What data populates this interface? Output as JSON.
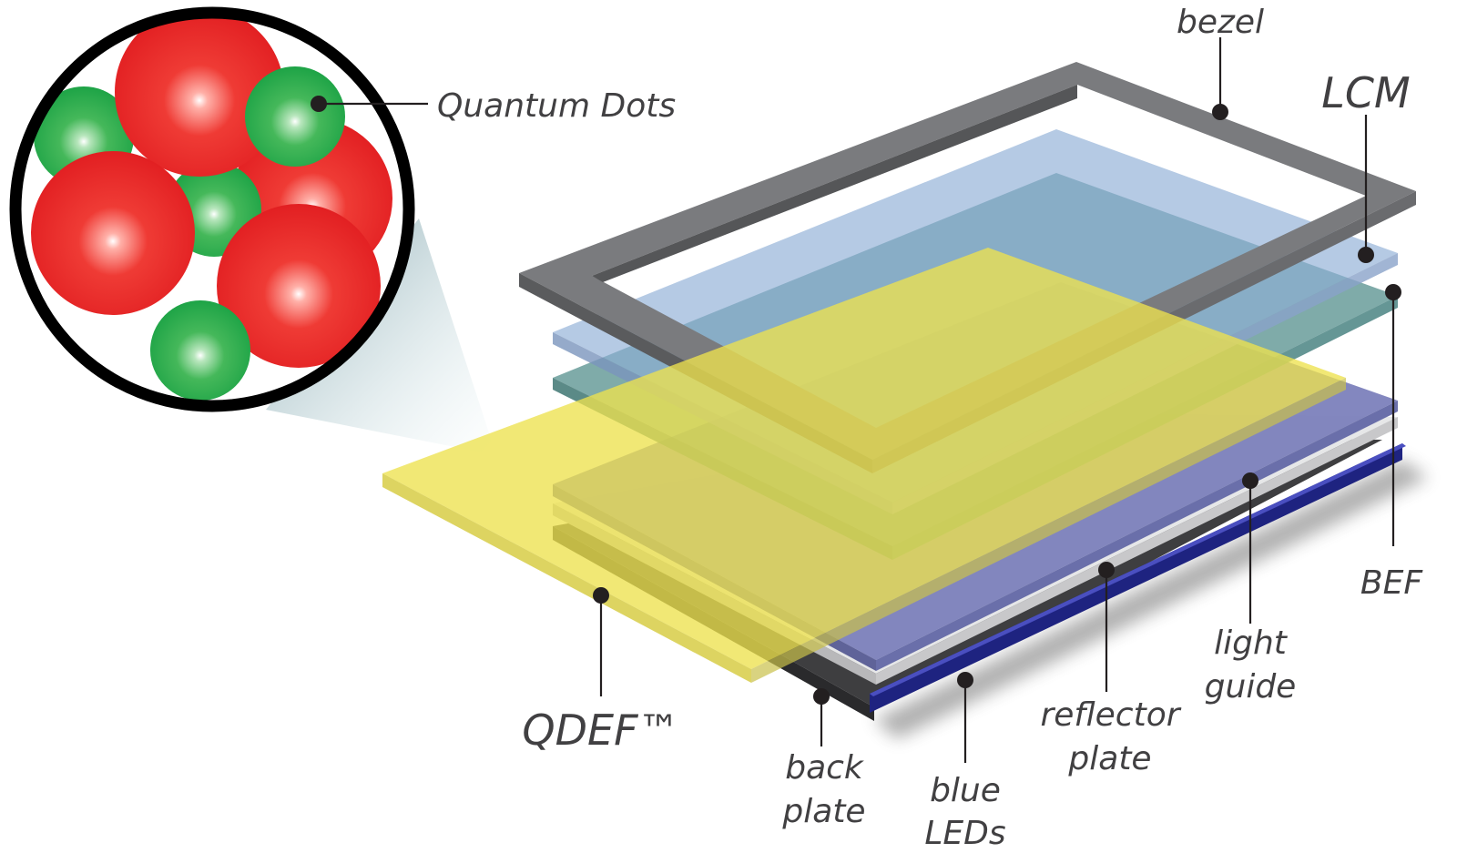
{
  "diagram": {
    "labels": {
      "bezel": "bezel",
      "lcm": "LCM",
      "quantum_dots": "Quantum Dots",
      "bef": "BEF",
      "light_guide_1": "light",
      "light_guide_2": "guide",
      "reflector_1": "reflector",
      "reflector_2": "plate",
      "blue_leds_1": "blue",
      "blue_leds_2": "LEDs",
      "back_plate_1": "back",
      "back_plate_2": "plate",
      "qdef": "QDEF™"
    }
  }
}
